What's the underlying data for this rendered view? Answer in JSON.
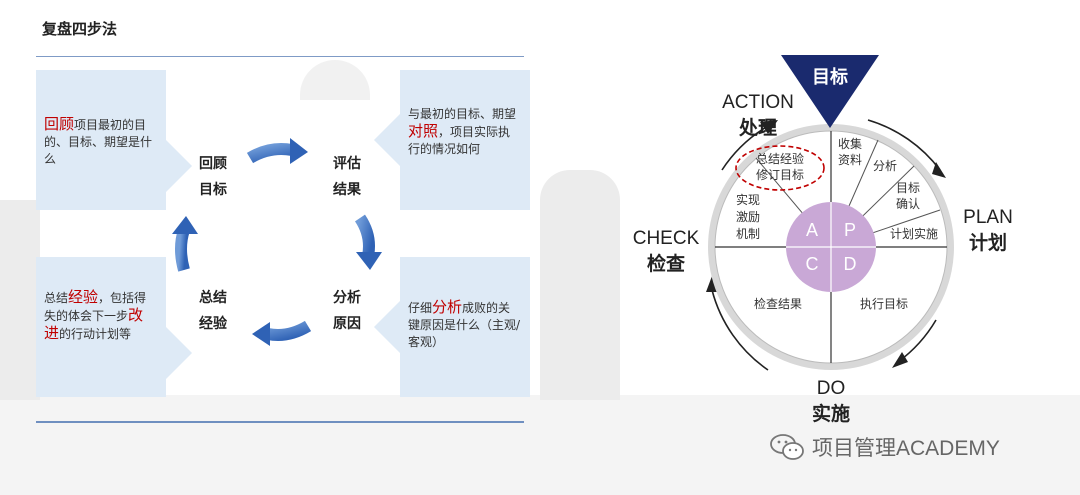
{
  "page_title": "复盘四步法",
  "steps": [
    {
      "line1": "回顾",
      "line2": "目标"
    },
    {
      "line1": "评估",
      "line2": "结果"
    },
    {
      "line1": "分析",
      "line2": "原因"
    },
    {
      "line1": "总结",
      "line2": "经验"
    }
  ],
  "callouts": {
    "top_left": {
      "hl": "回顾",
      "text": "项目最初的目的、目标、期望是什么"
    },
    "top_right": {
      "t1": "与最初的目标、期望",
      "hl": "对照",
      "t2": "，项目实际执行的情况如何"
    },
    "bottom_right": {
      "t1": "仔细",
      "hl": "分析",
      "t2": "成败的关键原因是什么（主观/客观）"
    },
    "bottom_left": {
      "t1": "总结",
      "hl1": "经验",
      "t2": "，包括得失的体会下一步",
      "hl2": "改进",
      "t3": "的行动计划等"
    }
  },
  "pdca": {
    "target": "目标",
    "action_en": "ACTION",
    "action_cn": "处理",
    "plan_en": "PLAN",
    "plan_cn": "计划",
    "check_en": "CHECK",
    "check_cn": "检查",
    "do_en": "DO",
    "do_cn": "实施",
    "center_letters": [
      "A",
      "P",
      "C",
      "D"
    ],
    "segments": {
      "summary_1": "总结经验",
      "summary_2": "修订目标",
      "collect_1": "收集",
      "collect_2": "资料",
      "analyze": "分析",
      "confirm_1": "目标",
      "confirm_2": "确认",
      "plan_impl": "计划实施",
      "incentive_1": "实现",
      "incentive_2": "激励",
      "incentive_3": "机制",
      "check_result": "检查结果",
      "exec_target": "执行目标"
    },
    "colors": {
      "target_triangle": "#1a2a6e",
      "center_circle": "#c9a8d6"
    }
  },
  "watermark": "项目管理ACADEMY"
}
